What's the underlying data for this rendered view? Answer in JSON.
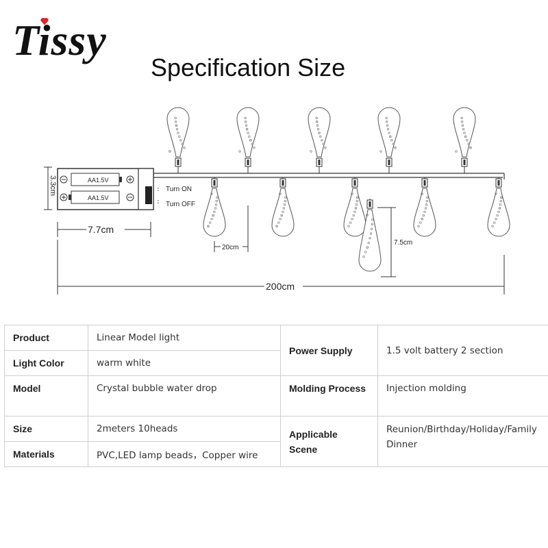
{
  "brand": "Tissy",
  "heading": "Specification Size",
  "battery_label": "AA1.5V",
  "switch_on": "Turn ON",
  "switch_off": "Turn OFF",
  "dims": {
    "height": "3.3cm",
    "width": "7.7cm",
    "spacing": "20cm",
    "drop": "7.5cm",
    "total": "200cm"
  },
  "spec": {
    "product_k": "Product",
    "product_v": "Linear Model light",
    "color_k": "Light Color",
    "color_v": "warm white",
    "power_k": "Power Supply",
    "power_v": "1.5 volt battery 2 section",
    "model_k": "Model",
    "model_v": "Crystal bubble water drop",
    "molding_k": "Molding Process",
    "molding_v": "Injection molding",
    "size_k": "Size",
    "size_v": "2meters 10heads",
    "scene_k1": "Applicable",
    "scene_k2": "Scene",
    "scene_v1": "Reunion/Birthday/Holiday/Family",
    "scene_v2": "Dinner",
    "materials_k": "Materials",
    "materials_v": "PVC,LED lamp beads，Copper wire"
  }
}
